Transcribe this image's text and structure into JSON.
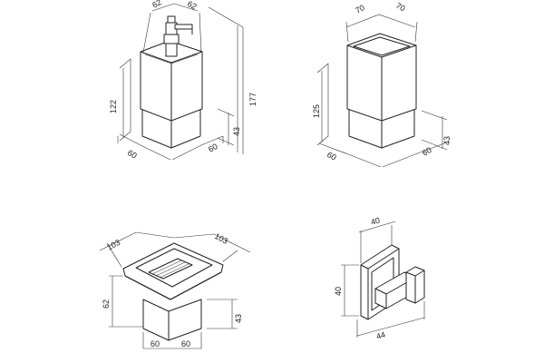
{
  "products": [
    {
      "name": "soap-dispenser",
      "dims": {
        "top_left": "62",
        "top_right": "62",
        "glass_height": "122",
        "total_height": "177",
        "base_height": "43",
        "bottom_left": "60",
        "bottom_right": "60"
      }
    },
    {
      "name": "tumbler",
      "dims": {
        "top_left": "70",
        "top_right": "70",
        "glass_height": "125",
        "base_height": "43",
        "bottom_left": "60",
        "bottom_right": "60"
      }
    },
    {
      "name": "soap-dish",
      "dims": {
        "top_left": "103",
        "top_right": "103",
        "left_height": "62",
        "base_height": "43",
        "bottom_left": "60",
        "bottom_right": "60"
      }
    },
    {
      "name": "robe-hook",
      "dims": {
        "top": "40",
        "height": "40",
        "depth": "44"
      }
    }
  ]
}
